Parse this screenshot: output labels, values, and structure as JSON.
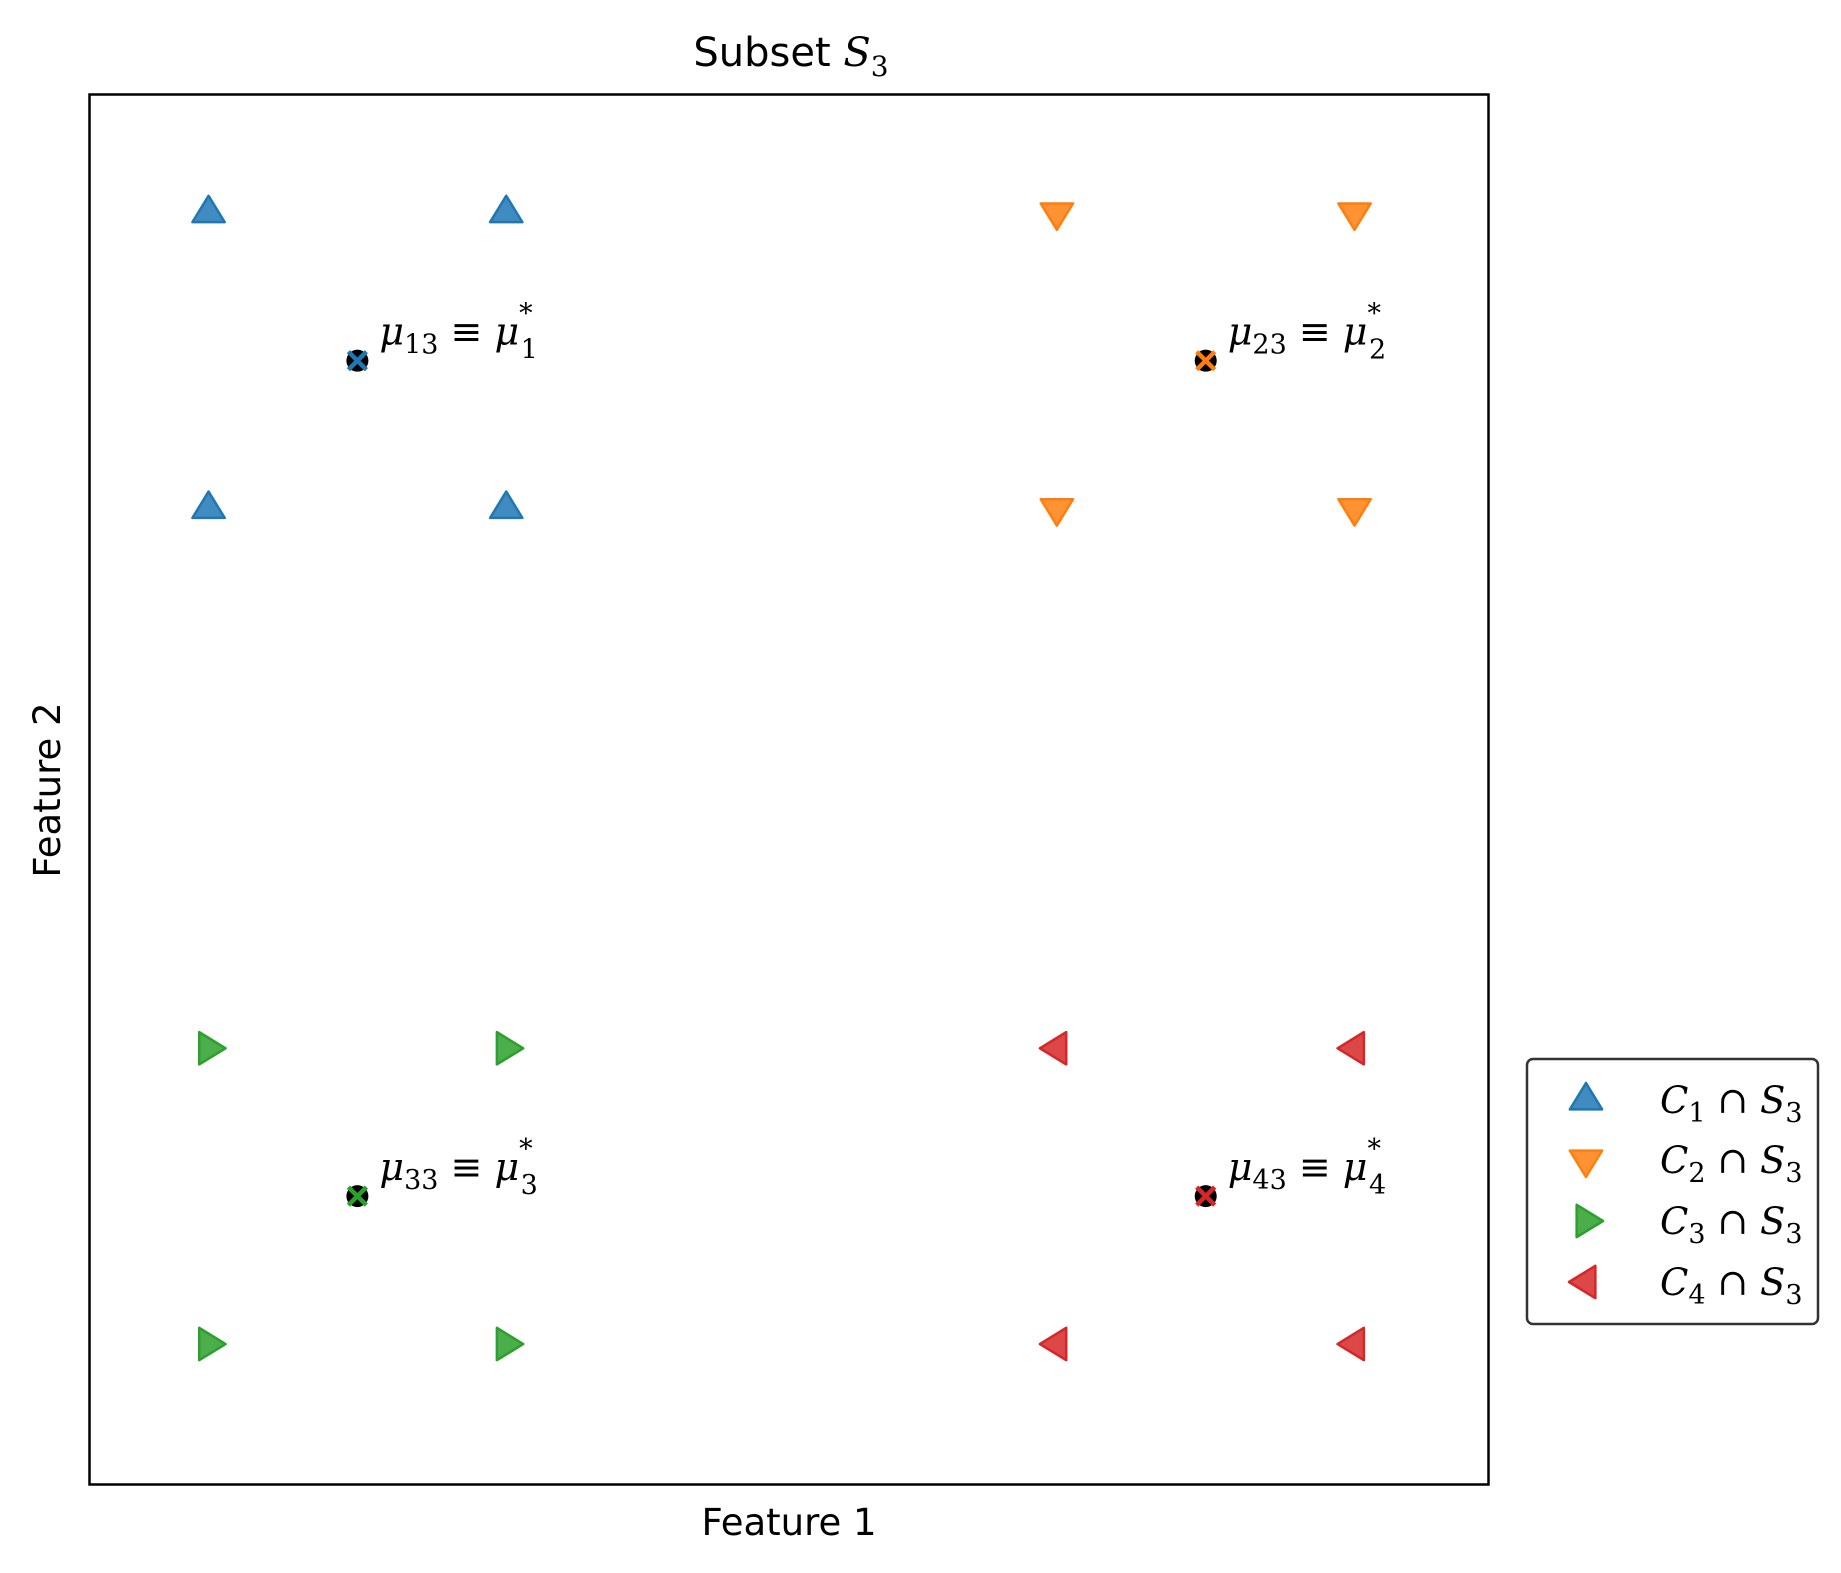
{
  "chart_data": {
    "type": "scatter",
    "title": "Subset S3",
    "title_parts": {
      "text": "Subset ",
      "sym": "S",
      "sub": "3"
    },
    "xlabel": "Feature 1",
    "ylabel": "Feature 2",
    "xlim": [
      -0.8,
      8.6
    ],
    "ylim": [
      -8.6,
      0.8
    ],
    "xticks": [],
    "yticks": [],
    "grid": false,
    "legend_position": "outside-right-bottom",
    "series": [
      {
        "legend": {
          "sym": "C",
          "sub": "1",
          "op": " ∩ ",
          "sym2": "S",
          "sub2": "3"
        },
        "marker": "triangle-up",
        "color": "#1f77b4",
        "points": [
          [
            0,
            0
          ],
          [
            2,
            0
          ],
          [
            0,
            -2
          ],
          [
            2,
            -2
          ]
        ]
      },
      {
        "legend": {
          "sym": "C",
          "sub": "2",
          "op": " ∩ ",
          "sym2": "S",
          "sub2": "3"
        },
        "marker": "triangle-down",
        "color": "#ff7f0e",
        "points": [
          [
            5.7,
            0
          ],
          [
            7.7,
            0
          ],
          [
            5.7,
            -2
          ],
          [
            7.7,
            -2
          ]
        ]
      },
      {
        "legend": {
          "sym": "C",
          "sub": "3",
          "op": " ∩ ",
          "sym2": "S",
          "sub2": "3"
        },
        "marker": "triangle-right",
        "color": "#2ca02c",
        "points": [
          [
            0,
            -5.65
          ],
          [
            2,
            -5.65
          ],
          [
            0,
            -7.65
          ],
          [
            2,
            -7.65
          ]
        ]
      },
      {
        "legend": {
          "sym": "C",
          "sub": "4",
          "op": " ∩ ",
          "sym2": "S",
          "sub2": "3"
        },
        "marker": "triangle-left",
        "color": "#d62728",
        "points": [
          [
            5.7,
            -5.65
          ],
          [
            7.7,
            -5.65
          ],
          [
            5.7,
            -7.65
          ],
          [
            7.7,
            -7.65
          ]
        ]
      }
    ],
    "centroids": [
      {
        "x": 1,
        "y": -1,
        "color": "#1f77b4",
        "label": {
          "sym": "μ",
          "sub": "13",
          "op": " ≡ ",
          "sym2": "μ",
          "sup2": "*",
          "sub2": "1"
        }
      },
      {
        "x": 6.7,
        "y": -1,
        "color": "#ff7f0e",
        "label": {
          "sym": "μ",
          "sub": "23",
          "op": " ≡ ",
          "sym2": "μ",
          "sup2": "*",
          "sub2": "2"
        }
      },
      {
        "x": 1,
        "y": -6.65,
        "color": "#2ca02c",
        "label": {
          "sym": "μ",
          "sub": "33",
          "op": " ≡ ",
          "sym2": "μ",
          "sup2": "*",
          "sub2": "3"
        }
      },
      {
        "x": 6.7,
        "y": -6.65,
        "color": "#d62728",
        "label": {
          "sym": "μ",
          "sub": "43",
          "op": " ≡ ",
          "sym2": "μ",
          "sup2": "*",
          "sub2": "4"
        }
      }
    ]
  }
}
